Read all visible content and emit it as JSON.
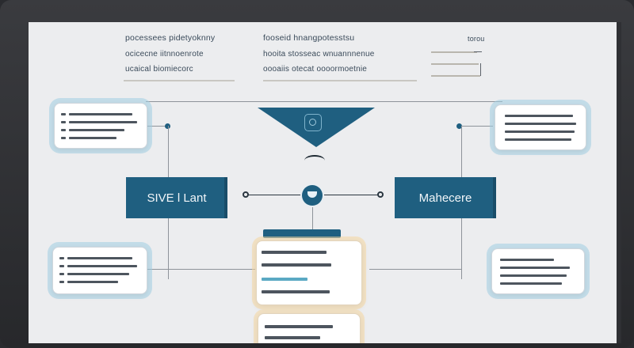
{
  "header": {
    "left": [
      "pocessees pidetyoknny",
      "ocicecne iitnnoenrote",
      "ucaical biomiecorc"
    ],
    "middle": [
      "fooseid hnangpotesstsu",
      "hooita stosseac wnuannnenue",
      "oooaiis otecat oooormoetnie"
    ],
    "right": "torou"
  },
  "panels": {
    "left_label": "SIVE l Lant",
    "right_label": "Mahecere"
  },
  "colors": {
    "primary": "#1f5f80",
    "card_glow": "#a0cde1",
    "doc_glow": "#f6d7a0",
    "accent_line": "#5aa9c3"
  },
  "icons": {
    "triangle_icon": "clock-square-icon",
    "hub_icon": "cup-icon"
  }
}
